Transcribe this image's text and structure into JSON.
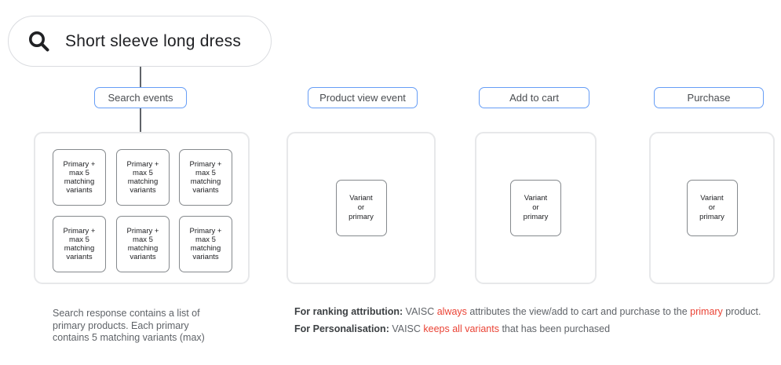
{
  "search": {
    "query": "Short sleeve long dress",
    "icon": "search-icon"
  },
  "headers": {
    "search_events": "Search events",
    "product_view": "Product view event",
    "add_to_cart": "Add to cart",
    "purchase": "Purchase"
  },
  "boxes": {
    "primary_label": "Primary +\nmax 5\nmatching\nvariants",
    "variant_label": "Variant\nor\nprimary",
    "primary_count": 6,
    "variant_count": 3
  },
  "captions": {
    "search_note": "Search response contains a list of\nprimary products. Each primary\ncontains 5 matching variants (max)"
  },
  "notes": {
    "ranking": {
      "segments": [
        {
          "text": "For ranking attribution:",
          "style": "bold"
        },
        {
          "text": " VAISC ",
          "style": "normal"
        },
        {
          "text": "always",
          "style": "red"
        },
        {
          "text": " attributes the view/add to cart and purchase to the ",
          "style": "normal"
        },
        {
          "text": "primary",
          "style": "red"
        },
        {
          "text": " product.",
          "style": "normal"
        }
      ]
    },
    "personalisation": {
      "segments": [
        {
          "text": "For Personalisation:",
          "style": "bold"
        },
        {
          "text": " VAISC ",
          "style": "normal"
        },
        {
          "text": "keeps all variants",
          "style": "red"
        },
        {
          "text": " that has been purchased",
          "style": "normal"
        }
      ]
    }
  },
  "colors": {
    "accent_blue": "#669df6",
    "highlight_red": "#ea4335",
    "container_border": "#e7e8ea",
    "box_border": "#85898d",
    "pill_border": "#dadce0",
    "text_dark": "#202124",
    "text_gray": "#5f6368"
  }
}
